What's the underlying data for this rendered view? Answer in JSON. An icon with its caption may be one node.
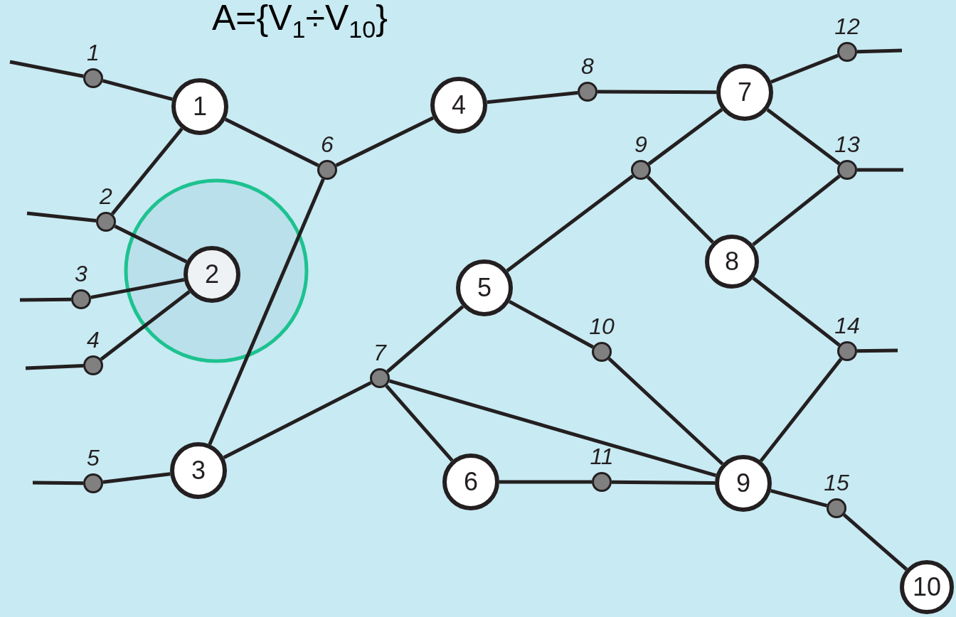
{
  "diagram": {
    "title": "A={V$_{1}$÷V$_{10}$}",
    "nodes": [
      {
        "text": [
          "1"
        ]
      },
      {
        "text": [
          "2"
        ]
      },
      {
        "text": [
          "3"
        ]
      },
      {
        "text": [
          "4"
        ]
      },
      {
        "text": [
          "5"
        ]
      },
      {
        "text": [
          "6"
        ]
      },
      {
        "text": [
          "7"
        ]
      },
      {
        "text": [
          "8"
        ]
      },
      {
        "text": [
          "9"
        ]
      },
      {
        "text": [
          "10"
        ]
      },
      {
        "text": [],
        "shape": "circle",
        "beside": [
          "1"
        ]
      },
      {
        "text": [],
        "shape": "circle",
        "beside": [
          "2"
        ]
      },
      {
        "text": [],
        "shape": "circle",
        "beside": [
          "3"
        ]
      },
      {
        "text": [],
        "shape": "circle",
        "beside": [
          "4"
        ]
      },
      {
        "text": [],
        "shape": "circle",
        "beside": [
          "5"
        ]
      },
      {
        "text": [],
        "shape": "circle",
        "beside": [
          "6"
        ]
      },
      {
        "text": [],
        "shape": "circle",
        "beside": [
          "7"
        ]
      },
      {
        "text": [],
        "shape": "circle",
        "beside": [
          "8"
        ]
      },
      {
        "text": [],
        "shape": "circle",
        "beside": [
          "9"
        ]
      },
      {
        "text": [],
        "shape": "circle",
        "beside": [
          "10"
        ]
      },
      {
        "text": [],
        "shape": "circle",
        "beside": [
          "11"
        ]
      },
      {
        "text": [],
        "shape": "circle",
        "beside": [
          "12"
        ]
      },
      {
        "text": [],
        "shape": "circle",
        "beside": [
          "13"
        ]
      },
      {
        "text": [],
        "shape": "circle",
        "beside": [
          "14"
        ]
      },
      {
        "text": [],
        "shape": "circle",
        "beside": [
          "15"
        ]
      }
    ],
    "edges": [
      {
        "from": null,
        "to": 10,
        "arrow": "none"
      },
      {
        "from": 10,
        "to": 0,
        "arrow": "none"
      },
      {
        "from": 0,
        "to": 11,
        "arrow": "none"
      },
      {
        "from": null,
        "to": 11,
        "arrow": "none"
      },
      {
        "from": 11,
        "to": 1,
        "arrow": "none"
      },
      {
        "from": null,
        "to": 12,
        "arrow": "none"
      },
      {
        "from": 12,
        "to": 1,
        "arrow": "none"
      },
      {
        "from": null,
        "to": 13,
        "arrow": "none"
      },
      {
        "from": 13,
        "to": 1,
        "arrow": "none"
      },
      {
        "from": null,
        "to": 14,
        "arrow": "none"
      },
      {
        "from": 14,
        "to": 2,
        "arrow": "none"
      },
      {
        "from": 0,
        "to": 15,
        "arrow": "none"
      },
      {
        "from": 15,
        "to": 3,
        "arrow": "none"
      },
      {
        "from": 15,
        "to": 2,
        "arrow": "none"
      },
      {
        "from": 2,
        "to": 16,
        "arrow": "none"
      },
      {
        "from": 16,
        "to": 4,
        "arrow": "none"
      },
      {
        "from": 16,
        "to": 5,
        "arrow": "none"
      },
      {
        "from": 16,
        "to": 8,
        "arrow": "none"
      },
      {
        "from": 3,
        "to": 17,
        "arrow": "none"
      },
      {
        "from": 17,
        "to": 6,
        "arrow": "none"
      },
      {
        "from": 6,
        "to": 21,
        "arrow": "none"
      },
      {
        "from": 21,
        "to": null,
        "arrow": "none"
      },
      {
        "from": 6,
        "to": 18,
        "arrow": "none"
      },
      {
        "from": 18,
        "to": 4,
        "arrow": "none"
      },
      {
        "from": 18,
        "to": 7,
        "arrow": "none"
      },
      {
        "from": 6,
        "to": 22,
        "arrow": "none"
      },
      {
        "from": 22,
        "to": null,
        "arrow": "none"
      },
      {
        "from": 7,
        "to": 22,
        "arrow": "none"
      },
      {
        "from": 7,
        "to": 23,
        "arrow": "none"
      },
      {
        "from": 23,
        "to": null,
        "arrow": "none"
      },
      {
        "from": 23,
        "to": 8,
        "arrow": "none"
      },
      {
        "from": 4,
        "to": 19,
        "arrow": "none"
      },
      {
        "from": 19,
        "to": 8,
        "arrow": "none"
      },
      {
        "from": 5,
        "to": 20,
        "arrow": "none"
      },
      {
        "from": 20,
        "to": 8,
        "arrow": "none"
      },
      {
        "from": 8,
        "to": 24,
        "arrow": "none"
      },
      {
        "from": 24,
        "to": 9,
        "arrow": "none"
      }
    ]
  }
}
